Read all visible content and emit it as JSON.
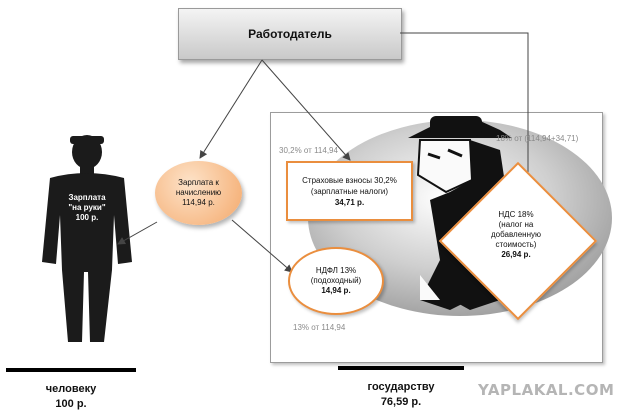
{
  "employer": {
    "label": "Работодатель"
  },
  "salary": {
    "line1": "Зарплата к",
    "line2": "начислению",
    "value": "114,94 р."
  },
  "person": {
    "line1": "Зарплата",
    "line2": "\"на руки\"",
    "value": "100 р."
  },
  "insurance": {
    "note": "30,2% от 114,94",
    "line1": "Страховые взносы 30,2%",
    "line2": "(зарплатные налоги)",
    "value": "34,71 р."
  },
  "ndfl": {
    "note": "13% от 114,94",
    "line1": "НДФЛ 13%",
    "line2": "(подоходный)",
    "value": "14,94 р."
  },
  "vat": {
    "note": "18% от (114,94+34,71)",
    "line1": "НДС 18%",
    "line2": "(налог на",
    "line3": "добавленную",
    "line4": "стоимость)",
    "value": "26,94 р."
  },
  "bottom": {
    "person_label": "человеку",
    "person_value": "100 р.",
    "state_label": "государству",
    "state_value": "76,59 р."
  },
  "watermark": "YAPLAKAL.COM",
  "colors": {
    "accent_orange": "#ea8e3e",
    "salary_fill": "#f4a86a",
    "silhouette": "#1b1b1b"
  }
}
